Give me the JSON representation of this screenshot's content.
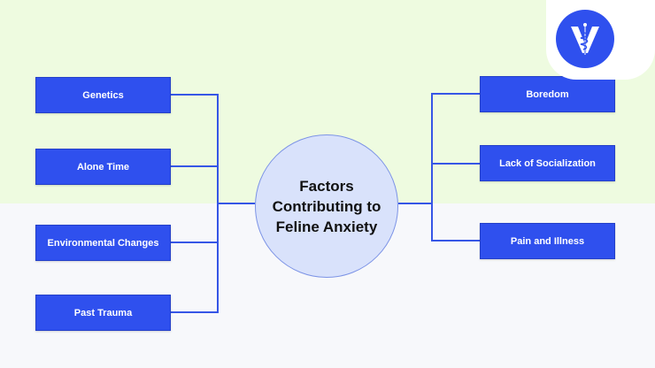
{
  "center": {
    "title": "Factors Contributing to Feline Anxiety"
  },
  "left_factors": [
    {
      "label": "Genetics"
    },
    {
      "label": "Alone Time"
    },
    {
      "label": "Environmental Changes"
    },
    {
      "label": "Past Trauma"
    }
  ],
  "right_factors": [
    {
      "label": "Boredom"
    },
    {
      "label": "Lack of Socialization"
    },
    {
      "label": "Pain and Illness"
    }
  ],
  "colors": {
    "box": "#2f50ee",
    "connector": "#3656e6",
    "circle": "#d9e2fb",
    "top_background": "#eefbe0",
    "bottom_background": "#f7f8fb"
  },
  "logo": {
    "icon": "vet-caduceus-v-logo-icon"
  }
}
